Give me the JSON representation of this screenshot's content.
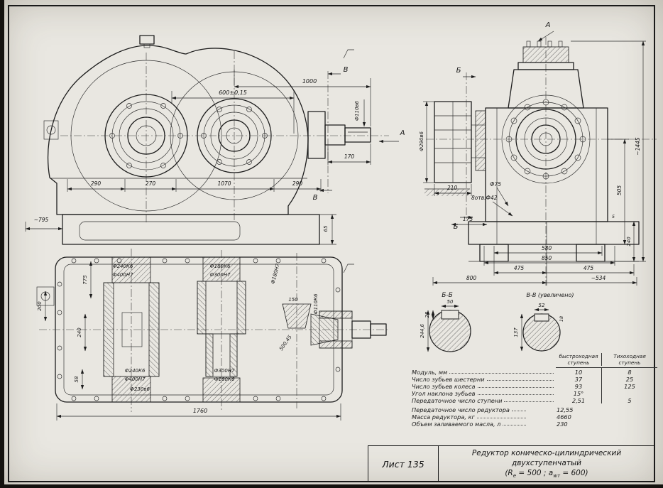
{
  "colors": {
    "paper": "#e9e7e1",
    "ink": "#1d1d1d"
  },
  "front": {
    "d600": "600±0,15",
    "d1000": "1000",
    "shaftDia": "Ф110в6",
    "d170": "170",
    "viewA": "А",
    "secTop": "В",
    "secBot": "В",
    "d290a": "290",
    "d270": "270",
    "d1070": "1070",
    "d290b": "290",
    "d795": "~795",
    "d65": "65"
  },
  "plan": {
    "tl1": "Ф240К6",
    "tl2": "Ф400Н7",
    "tm1": "Ф180К6",
    "tm2": "Ф300Н7",
    "tr": "Ф180Н7",
    "l775": "775",
    "l200": "200",
    "l240": "240",
    "l58": "58",
    "bl1": "Ф240К6",
    "bl2": "Ф400Н7",
    "bl3": "Ф230в6",
    "bm1": "Ф300Н7",
    "bm2": "Ф180К6",
    "c150": "150",
    "cdiag": "500,45",
    "shaftDia": "Ф110К6",
    "d1760": "1760"
  },
  "side": {
    "viewA": "А",
    "secTop": "Б",
    "secBot": "Б",
    "h1445": "~1445",
    "d505": "505",
    "d240": "240",
    "d5": "5",
    "couplingDia": "Ф290в6",
    "d210": "210",
    "d75": "Ф75",
    "holes": "8отв.Ф42",
    "d175": "175",
    "d580": "580",
    "d850": "850",
    "d475a": "475",
    "d475b": "475",
    "d800": "800",
    "d534": "~534"
  },
  "secBB": {
    "title": "Б-Б",
    "d28": "28",
    "d50": "50",
    "d244": "244,6"
  },
  "secVV": {
    "title": "В-В (увеличено)",
    "d52": "52",
    "d18": "18",
    "d137": "137"
  },
  "table": {
    "h1a": "быстроходная",
    "h1b": "ступень",
    "h2a": "Тихоходная",
    "h2b": "ступень",
    "rows": [
      {
        "label": "Модуль, мм",
        "v1": "10",
        "v2": "8"
      },
      {
        "label": "Число зубьев шестерни",
        "v1": "37",
        "v2": "25"
      },
      {
        "label": "Число зубьев колеса",
        "v1": "93",
        "v2": "125"
      },
      {
        "label": "Угол наклона зубьев",
        "v1": "15°",
        "v2": ""
      },
      {
        "label": "Передаточное число ступени",
        "v1": "2,51",
        "v2": "5"
      }
    ],
    "rows2": [
      {
        "label": "Передаточное число редуктора",
        "v": "12,55"
      },
      {
        "label": "Масса редуктора, кг",
        "v": "4660"
      },
      {
        "label": "Объем заливаемого масла, л",
        "v": "230"
      }
    ]
  },
  "titleblock": {
    "sheet": "Лист 135",
    "line1": "Редуктор коническо-цилиндрический",
    "line2": "двухступенчатый",
    "fPre": "(R",
    "fSub1": "e",
    "fMid": " = 500 ;  a",
    "fSub2": "wт",
    "fPost": " = 600)"
  }
}
